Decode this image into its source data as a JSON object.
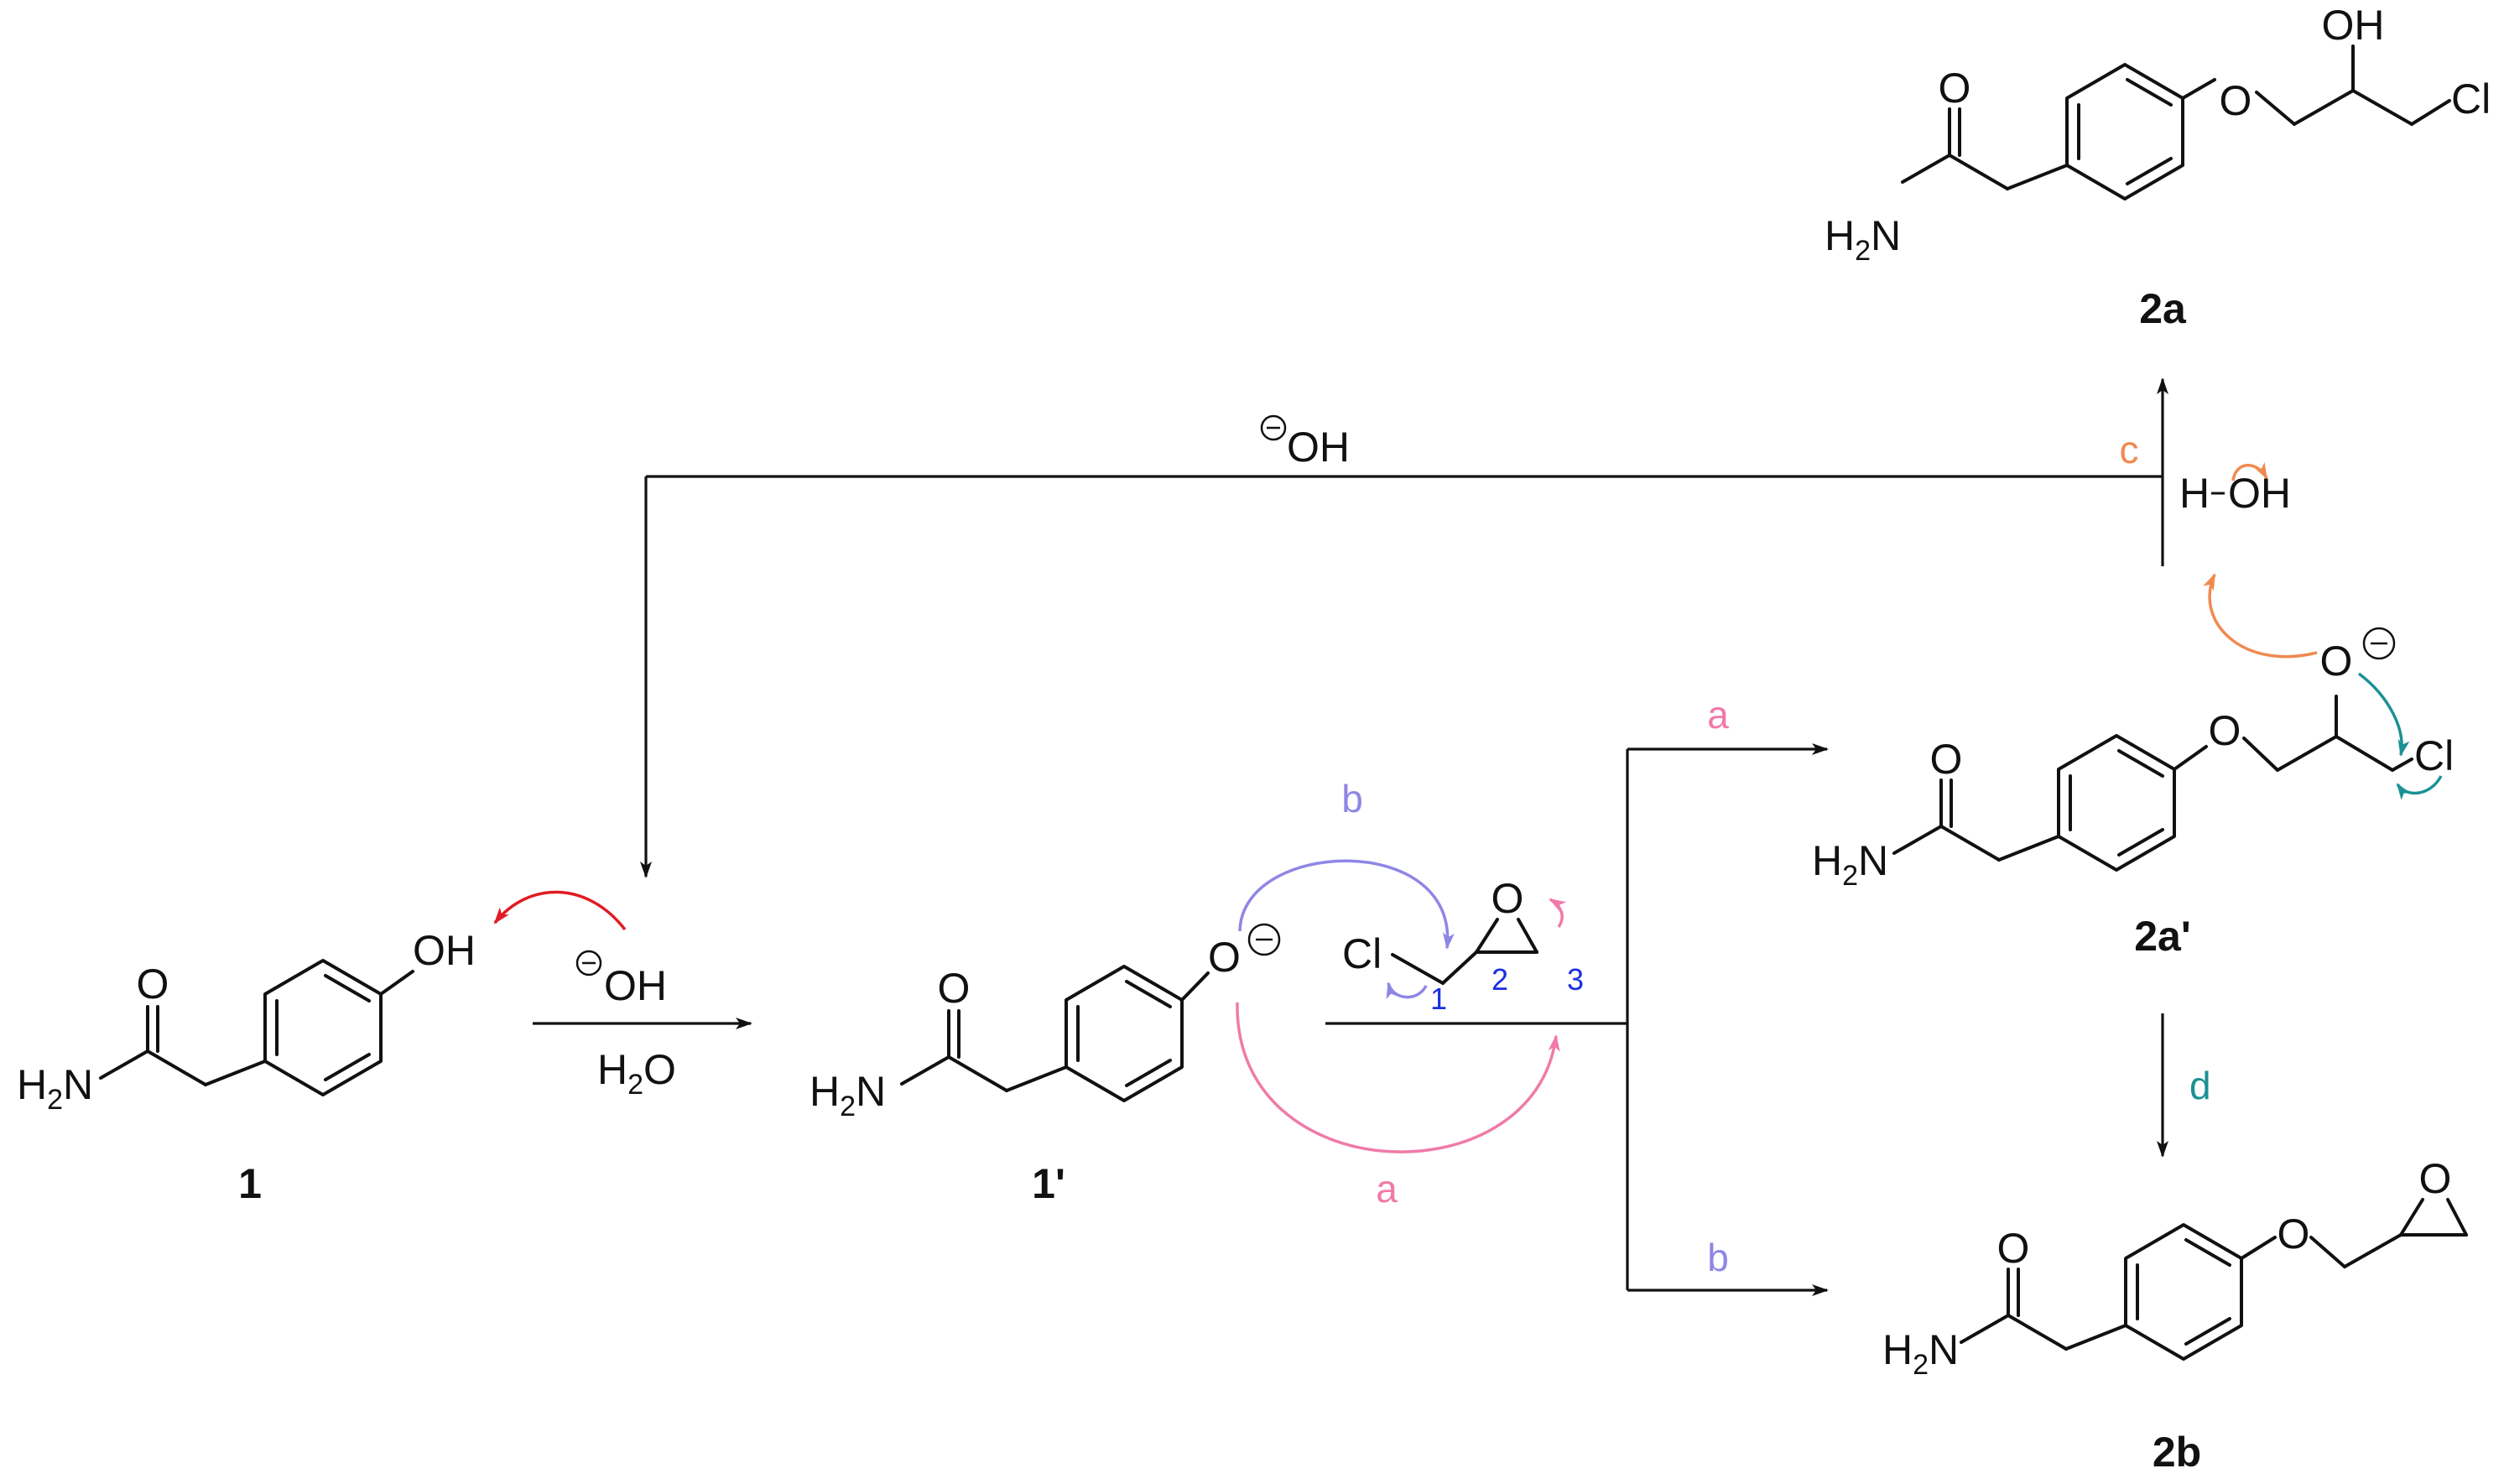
{
  "colors": {
    "ink": "#111111",
    "path_a": "#f07aa8",
    "path_b": "#8f86e6",
    "path_c": "#f08a50",
    "path_d": "#1b9194",
    "red": "#e01b24",
    "locant": "#1b2fe0"
  },
  "compounds": {
    "c1": {
      "label": "1",
      "oh": "OH",
      "o": "O",
      "h2n_h": "H",
      "h2n_2": "2",
      "h2n_n": "N"
    },
    "c1p": {
      "label": "1'",
      "o": "O",
      "amide_o": "O",
      "h2n_h": "H",
      "h2n_2": "2",
      "h2n_n": "N"
    },
    "c2ap": {
      "label": "2a'",
      "o_ether": "O",
      "o_alkoxide": "O",
      "cl": "Cl",
      "amide_o": "O",
      "h2n_h": "H",
      "h2n_2": "2",
      "h2n_n": "N"
    },
    "c2a": {
      "label": "2a",
      "oh": "OH",
      "o_ether": "O",
      "cl": "Cl",
      "amide_o": "O",
      "h2n_h": "H",
      "h2n_2": "2",
      "h2n_n": "N"
    },
    "c2b": {
      "label": "2b",
      "o_ether": "O",
      "o_epoxide": "O",
      "amide_o": "O",
      "h2n_h": "H",
      "h2n_2": "2",
      "h2n_n": "N"
    },
    "epichlorohydrin": {
      "cl": "Cl",
      "o": "O",
      "pos1": "1",
      "pos2": "2",
      "pos3": "3"
    }
  },
  "reagents": {
    "step1_top": "OH",
    "step1_bottom_h": "H",
    "step1_bottom_2": "2",
    "step1_bottom_o": "O",
    "regen_top": "OH",
    "water_h": "H",
    "water_oh": "OH",
    "charge_symbol": "−"
  },
  "paths": {
    "a_curve": "a",
    "b_curve": "b",
    "a_branch": "a",
    "b_branch": "b",
    "c": "c",
    "d": "d"
  }
}
